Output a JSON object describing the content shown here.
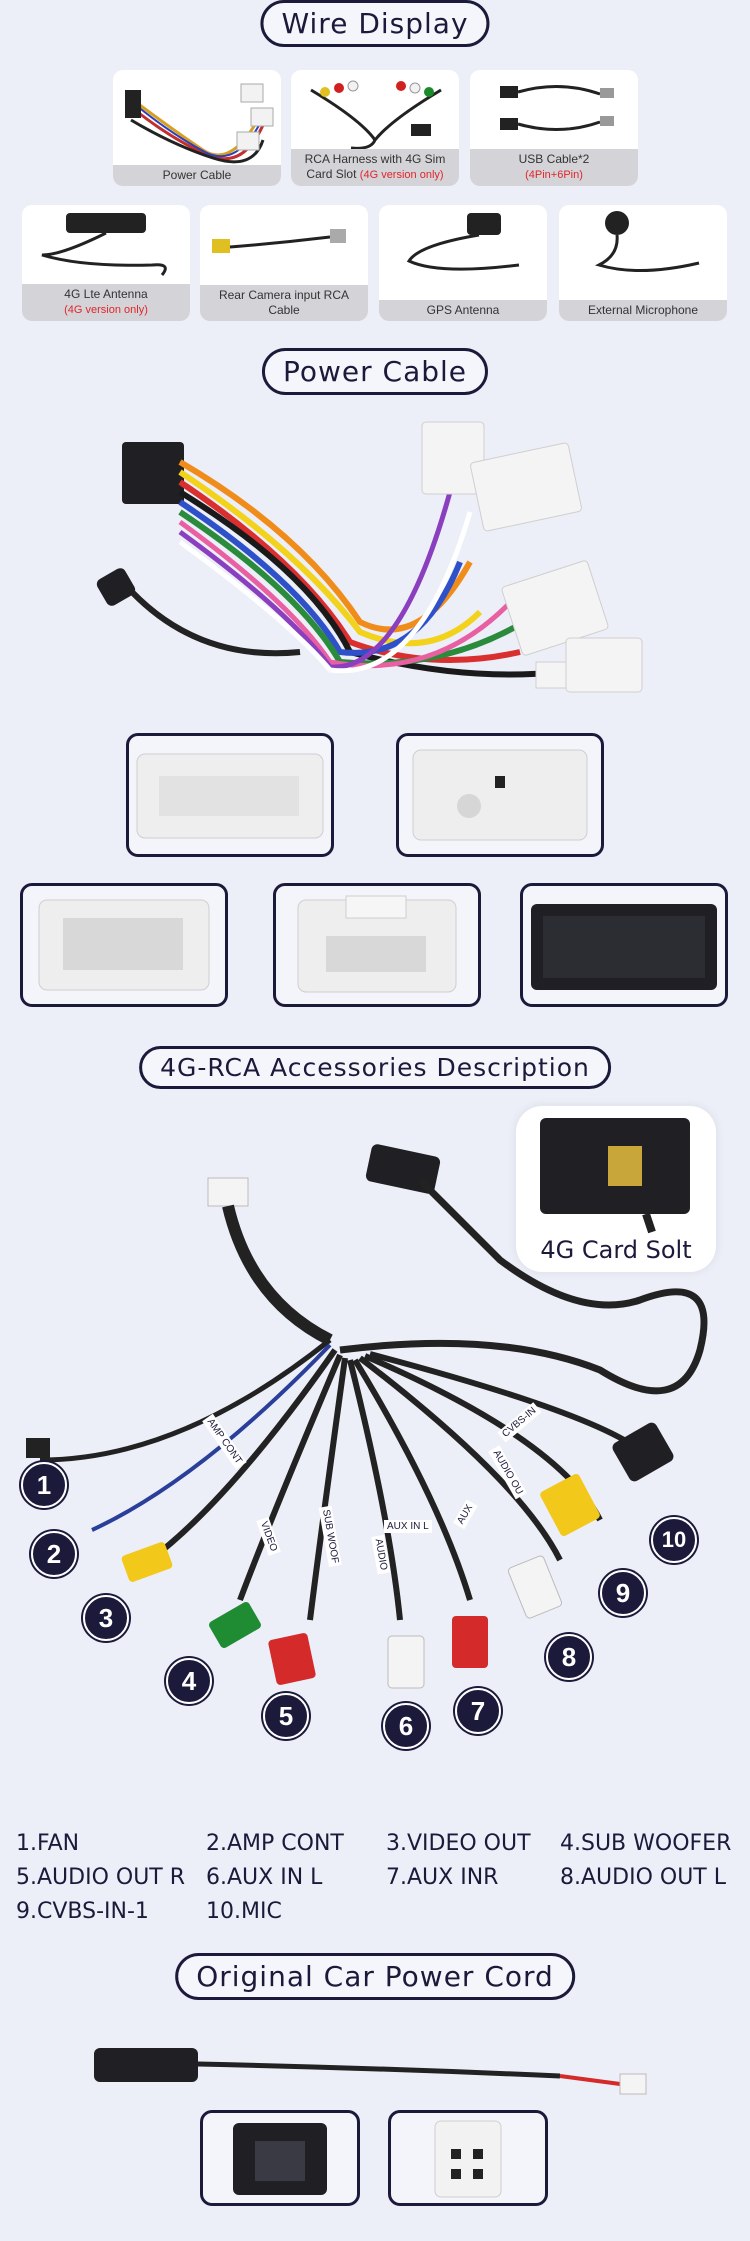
{
  "sections": {
    "wire_display": "Wire Display",
    "power_cable": "Power Cable",
    "rca": "4G-RCA Accessories Description",
    "original": "Original Car Power Cord"
  },
  "cards": [
    {
      "label": "Power Cable",
      "note": ""
    },
    {
      "label": "RCA Harness with 4G Sim Card Slot",
      "note": "(4G version only)"
    },
    {
      "label": "USB Cable*2",
      "note": "(4Pin+6Pin)"
    },
    {
      "label": "4G Lte Antenna",
      "note": "(4G version only)"
    },
    {
      "label": "Rear Camera input RCA Cable",
      "note": ""
    },
    {
      "label": "GPS Antenna",
      "note": ""
    },
    {
      "label": "External Microphone",
      "note": ""
    }
  ],
  "card_solt": "4G Card Solt",
  "badges": [
    "1",
    "2",
    "3",
    "4",
    "5",
    "6",
    "7",
    "8",
    "9",
    "10"
  ],
  "legend": [
    "1.FAN",
    "2.AMP CONT",
    "3.VIDEO OUT",
    "4.SUB WOOFER",
    "5.AUDIO OUT R",
    "6.AUX IN L",
    "7.AUX INR",
    "8.AUDIO OUT L",
    "9.CVBS-IN-1",
    "10.MIC"
  ],
  "wire_tags": [
    "AMP CONT",
    "VIDEO",
    "SUB WOOF",
    "AUDIO",
    "AUX IN L",
    "AUX",
    "AUDIO OU",
    "CVBS-IN"
  ],
  "colors": {
    "navy": "#1c1a3a",
    "background": "#eceef8",
    "accent_red": "#e0252b"
  }
}
